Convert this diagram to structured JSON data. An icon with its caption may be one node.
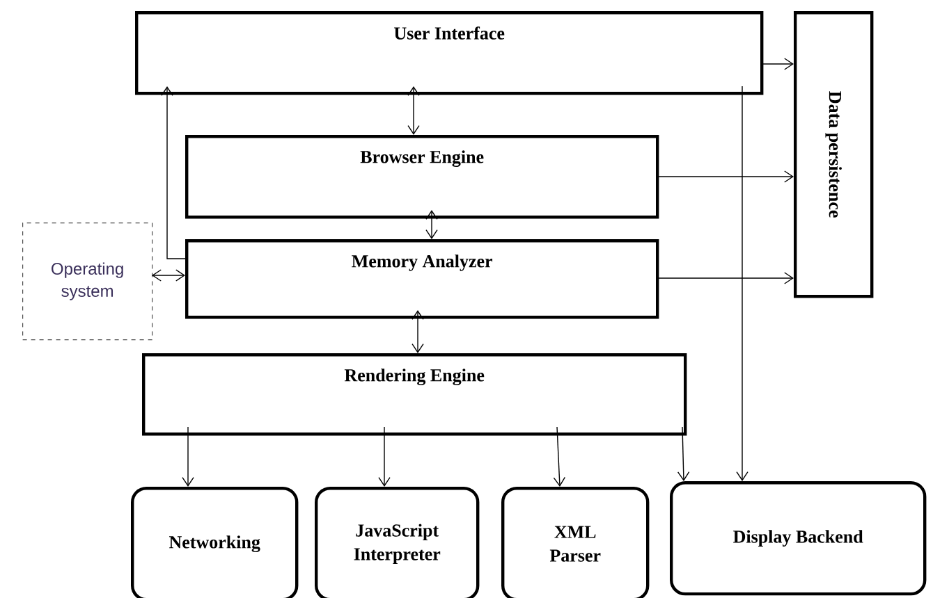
{
  "diagram": {
    "nodes": [
      {
        "text": [
          "User Interface"
        ]
      },
      {
        "text": [
          "Data persistence"
        ]
      },
      {
        "text": [
          "Browser Engine"
        ]
      },
      {
        "text": [
          "Operating system"
        ]
      },
      {
        "text": [
          "Memory Analyzer"
        ]
      },
      {
        "text": [
          "Rendering Engine"
        ]
      },
      {
        "text": [
          "Networking"
        ]
      },
      {
        "text": [
          "JavaScript Interpreter"
        ]
      },
      {
        "text": [
          "XML Parser"
        ]
      },
      {
        "text": [
          "Display Backend"
        ]
      }
    ],
    "edges": [
      {
        "from": 0,
        "to": 1,
        "arrow": "to"
      },
      {
        "from": 0,
        "to": 2,
        "arrow": "both"
      },
      {
        "from": 2,
        "to": 1,
        "arrow": "to"
      },
      {
        "from": 2,
        "to": 4,
        "arrow": "both"
      },
      {
        "from": 3,
        "to": 4,
        "arrow": "both"
      },
      {
        "from": 4,
        "to": 0,
        "arrow": "to"
      },
      {
        "from": 4,
        "to": 1,
        "arrow": "to"
      },
      {
        "from": 4,
        "to": 5,
        "arrow": "both"
      },
      {
        "from": 5,
        "to": 6,
        "arrow": "to"
      },
      {
        "from": 5,
        "to": 7,
        "arrow": "to"
      },
      {
        "from": 5,
        "to": 8,
        "arrow": "to"
      },
      {
        "from": 5,
        "to": 9,
        "arrow": "to"
      },
      {
        "from": 0,
        "to": 9,
        "arrow": "to"
      }
    ]
  }
}
